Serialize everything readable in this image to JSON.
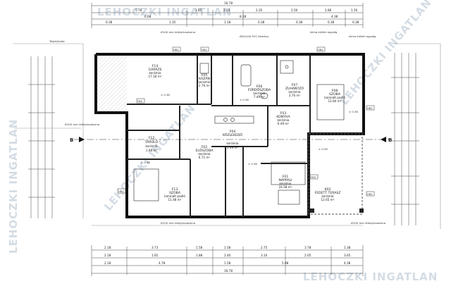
{
  "watermark": "LEHOCZKI INGATLAN",
  "section": {
    "left": "B",
    "right": "B"
  },
  "top_dims": {
    "overall": "16.78",
    "row1": [
      "5.78",
      "1.85",
      "2.10",
      "2.35",
      "2.50",
      "2.86",
      "1.50"
    ],
    "row2": [
      "6.68",
      "8.28",
      "4.38"
    ],
    "row3": [
      "0.38",
      "1.35",
      "1.18",
      "0.38",
      "0.38",
      "0.38",
      "0.38"
    ]
  },
  "bottom_dims": {
    "row1": [
      "2.18",
      "3.73",
      "1.58",
      "1.58",
      "2.75",
      "3.78",
      "1.38"
    ],
    "row2": [
      "2.18",
      "1.65",
      "1.88",
      "2.40",
      "3.10",
      "2.05",
      "3.65"
    ],
    "row3": [
      "2.18",
      "4.78",
      "1.58",
      "5.98",
      "4.38"
    ],
    "overall": "16.78"
  },
  "rooms": [
    {
      "id": "F14",
      "name": "GARÁZS",
      "floor": "kerámia",
      "area": "17.18 m²"
    },
    {
      "id": "F05",
      "name": "KAZÁN",
      "floor": "kerámia",
      "area": "2.76 m²"
    },
    {
      "id": "F06",
      "name": "FÜRDŐSZOBA",
      "floor": "kerámia",
      "area": "7.49 m²"
    },
    {
      "id": "F07",
      "name": "ZUHANYZÓ",
      "floor": "kerámia",
      "area": "3.76 m²"
    },
    {
      "id": "F08",
      "name": "SZOBA",
      "floor": "laminált padló",
      "area": "12.84 m²"
    },
    {
      "id": "F03",
      "name": "KONYHA",
      "floor": "kerámia",
      "area": "6.49 m²"
    },
    {
      "id": "F04",
      "name": "KÖZLEKEDŐ",
      "floor": "kerámia",
      "area": "5.49 m²"
    },
    {
      "id": "F12",
      "name": "TÁROLÓ",
      "floor": "kerámia",
      "area": "1.68 m²"
    },
    {
      "id": "F02",
      "name": "ELŐSZOBA",
      "floor": "kerámia",
      "area": "6.71 m²"
    },
    {
      "id": "F13",
      "name": "SZOBA",
      "floor": "laminált padló",
      "area": "11.48 m²"
    },
    {
      "id": "F01",
      "name": "NAPPALI",
      "floor": "kerámia",
      "area": "16.58 m²"
    },
    {
      "id": "K02",
      "name": "FEDETT TERASZ",
      "floor": "kerámia",
      "area": "12.65 m²"
    }
  ],
  "levels": [
    "± 0.38",
    "± 0.38",
    "± 0.38",
    "± 0.38",
    "± 0.28",
    "± 0.38"
  ],
  "windows": [
    "HB1",
    "HB1",
    "HB1",
    "HB1",
    "HB1",
    "HB1",
    "FB2",
    "FB2"
  ],
  "notes": {
    "top1": "Ø100 mm lefolyócsatorna",
    "top2": "Ø50/100 PVC kémény",
    "klima1": "klíma kültéri egység",
    "klima2": "klíma kültéri egység",
    "left1": "Ø100 mm lefolyócsatorna",
    "bottom1": "Ø100 mm lefolyócsatorna",
    "bottom2": "Ø100 mm lefolyócsatorna",
    "gutter": "Teljek/határ"
  }
}
